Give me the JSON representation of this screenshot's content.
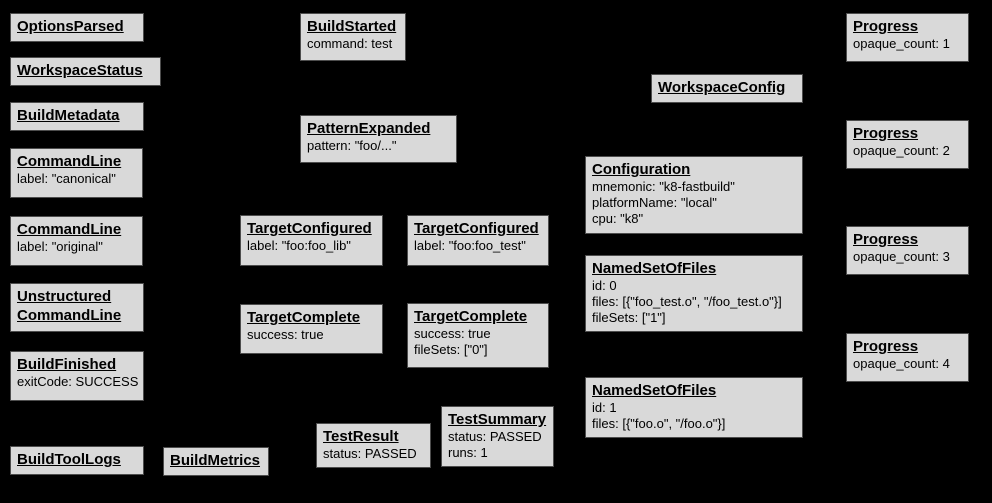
{
  "diagram": {
    "background": "#000000",
    "node_fill": "#d9d9d9",
    "node_border": "#4d4d4d",
    "node_text": "#000000"
  },
  "boxes": [
    {
      "title": "OptionsParsed",
      "lines": []
    },
    {
      "title": "WorkspaceStatus",
      "lines": []
    },
    {
      "title": "BuildMetadata",
      "lines": []
    },
    {
      "title": "CommandLine",
      "lines": [
        "label: \"canonical\""
      ]
    },
    {
      "title": "CommandLine",
      "lines": [
        "label: \"original\""
      ]
    },
    {
      "title": "Unstructured CommandLine",
      "lines": []
    },
    {
      "title": "BuildFinished",
      "lines": [
        "exitCode: SUCCESS"
      ]
    },
    {
      "title": "BuildToolLogs",
      "lines": []
    },
    {
      "title": "BuildMetrics",
      "lines": []
    },
    {
      "title": "BuildStarted",
      "lines": [
        "command: test"
      ]
    },
    {
      "title": "PatternExpanded",
      "lines": [
        "pattern: \"foo/...\""
      ]
    },
    {
      "title": "TargetConfigured",
      "lines": [
        "label: \"foo:foo_lib\""
      ]
    },
    {
      "title": "TargetConfigured",
      "lines": [
        "label: \"foo:foo_test\""
      ]
    },
    {
      "title": "TargetComplete",
      "lines": [
        "success: true"
      ]
    },
    {
      "title": "TargetComplete",
      "lines": [
        "success: true",
        "fileSets: [\"0\"]"
      ]
    },
    {
      "title": "TestResult",
      "lines": [
        "status: PASSED"
      ]
    },
    {
      "title": "TestSummary",
      "lines": [
        "status: PASSED",
        "runs: 1"
      ]
    },
    {
      "title": "WorkspaceConfig",
      "lines": []
    },
    {
      "title": "Configuration",
      "lines": [
        "mnemonic: \"k8-fastbuild\"",
        "platformName: \"local\"",
        "cpu: \"k8\""
      ]
    },
    {
      "title": "NamedSetOfFiles",
      "lines": [
        "id: 0",
        "files: [{\"foo_test.o\", \"/foo_test.o\"}]",
        "fileSets: [\"1\"]"
      ]
    },
    {
      "title": "NamedSetOfFiles",
      "lines": [
        "id: 1",
        "files: [{\"foo.o\", \"/foo.o\"}]"
      ]
    },
    {
      "title": "Progress",
      "lines": [
        "opaque_count: 1"
      ]
    },
    {
      "title": "Progress",
      "lines": [
        "opaque_count: 2"
      ]
    },
    {
      "title": "Progress",
      "lines": [
        "opaque_count: 3"
      ]
    },
    {
      "title": "Progress",
      "lines": [
        "opaque_count: 4"
      ]
    }
  ]
}
